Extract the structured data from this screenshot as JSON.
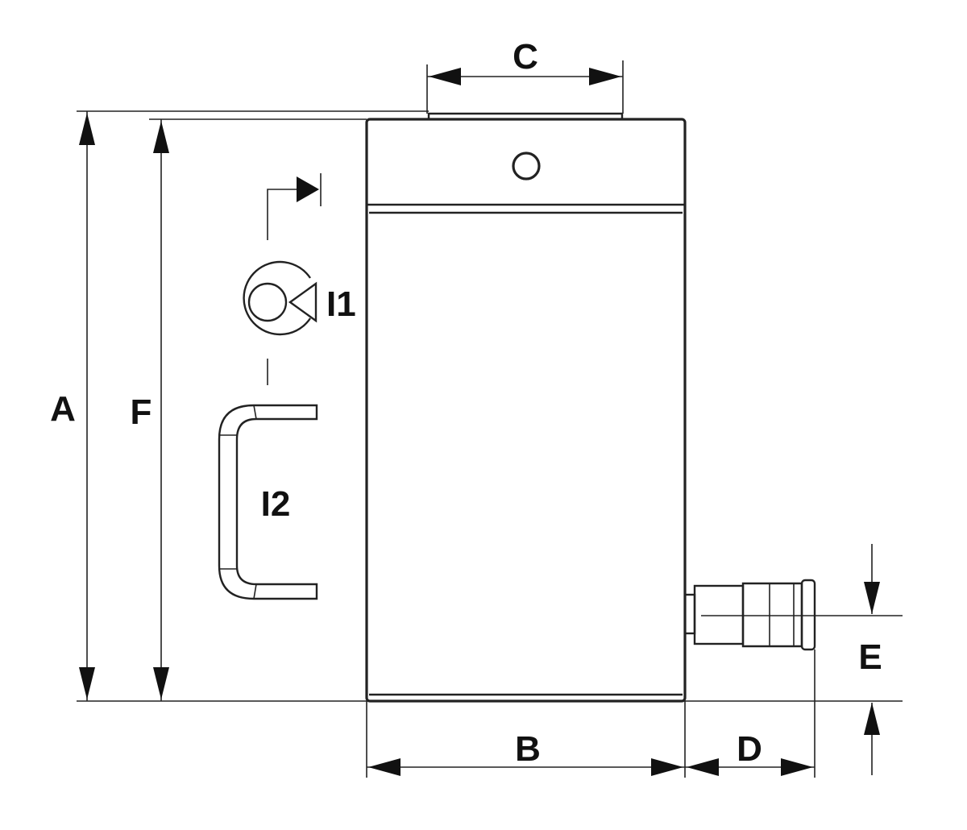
{
  "labels": {
    "a": "A",
    "b": "B",
    "c": "C",
    "d": "D",
    "e": "E",
    "f": "F",
    "i1": "I1",
    "i2": "I2"
  },
  "colors": {
    "line": "#222222",
    "background": "#ffffff"
  }
}
